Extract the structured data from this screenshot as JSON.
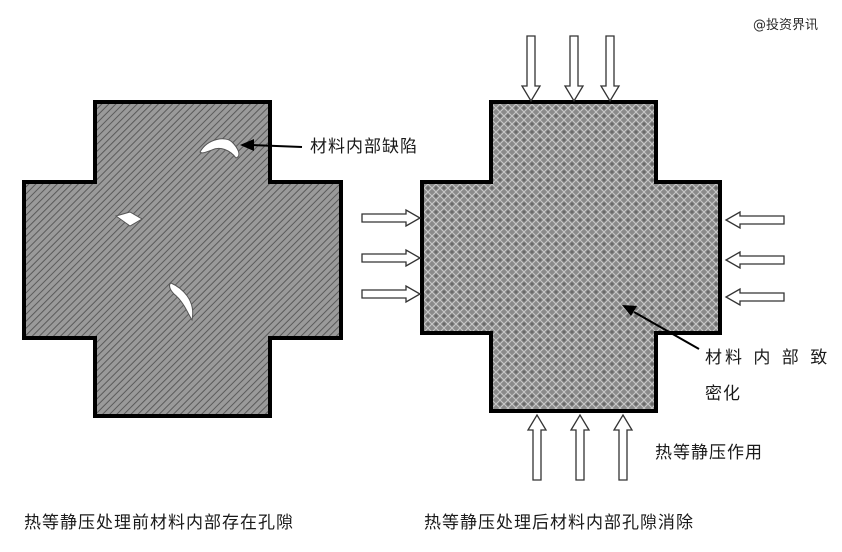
{
  "watermark": "@投资界讯",
  "left": {
    "defect_label": "材料内部缺陷",
    "caption": "热等静压处理前材料内部存在孔隙"
  },
  "right": {
    "densify_label_line1": "材料 内 部 致",
    "densify_label_line2": "密化",
    "pressure_label": "热等静压作用",
    "caption": "热等静压处理后材料内部孔隙消除"
  }
}
